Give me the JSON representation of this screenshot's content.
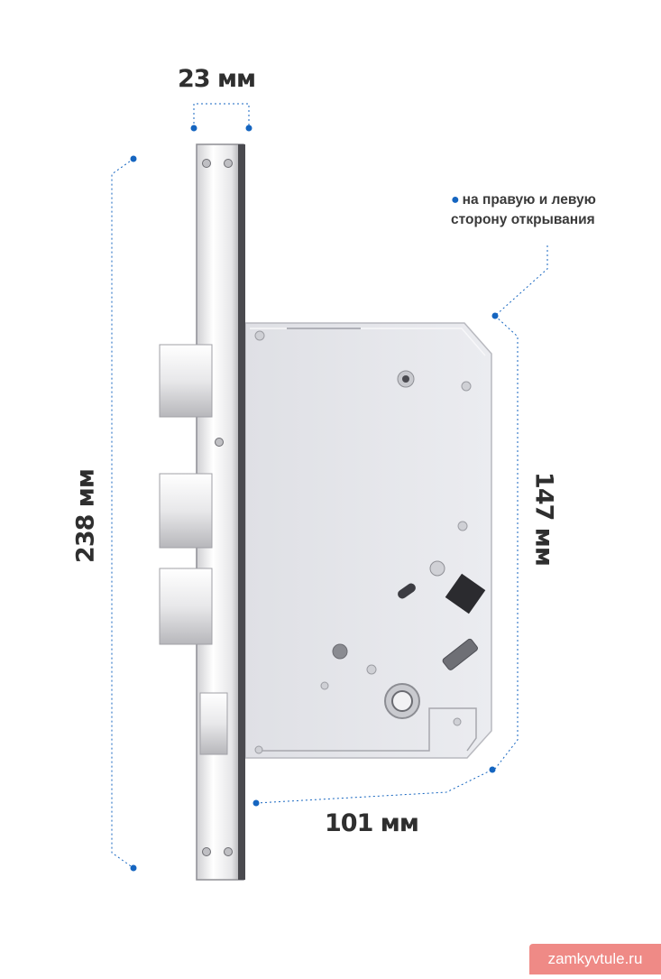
{
  "dimensions": {
    "faceplate_width": "23 мм",
    "total_height": "238 мм",
    "body_height": "147 мм",
    "body_depth": "101 мм"
  },
  "note": {
    "line1": "на правую и левую",
    "line2": "сторону открывания"
  },
  "watermark": "zamkyvtule.ru",
  "colors": {
    "dimension_line": "#1565c0",
    "label_text": "#2f2f2f",
    "watermark_bg": "#ef8a86",
    "lock_body": "#e5e6ea",
    "faceplate": "#f4f4f4"
  }
}
